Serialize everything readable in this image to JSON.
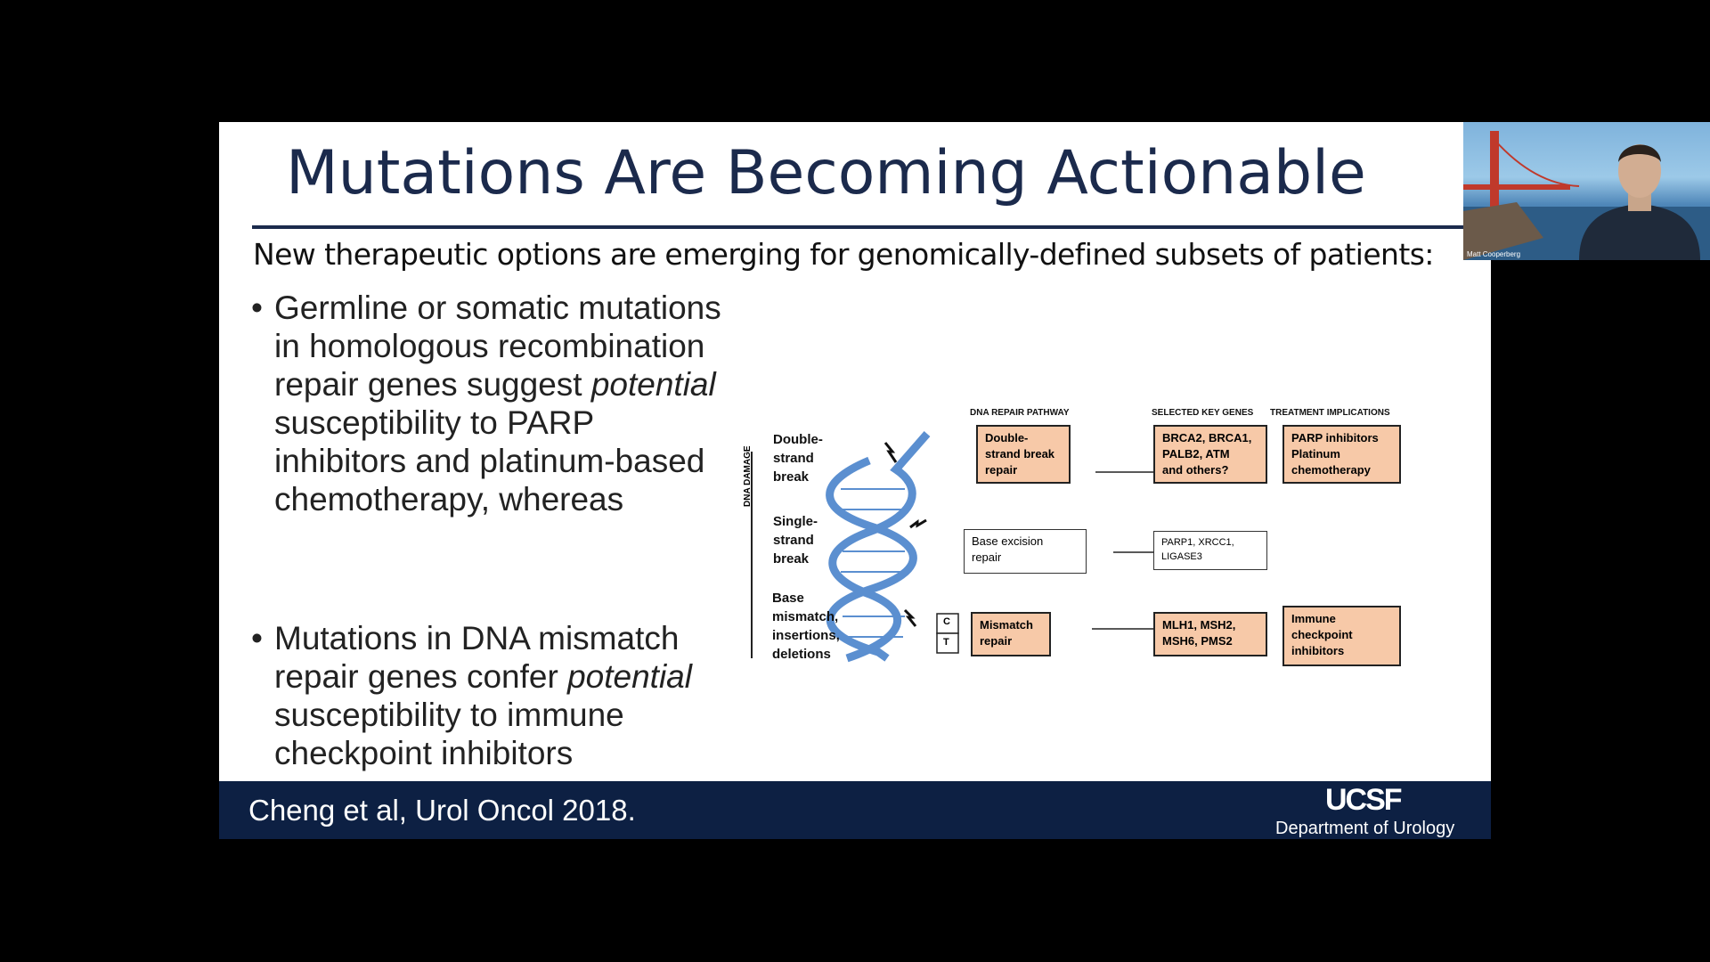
{
  "slide": {
    "title": "Mutations Are Becoming Actionable",
    "subtitle": "New therapeutic options are emerging for genomically-defined subsets of patients:",
    "bullets": [
      {
        "prefix": "Germline or somatic mutations in homologous recombination repair genes suggest ",
        "emph": "potential",
        "suffix": " susceptibility to PARP inhibitors and platinum-based chemotherapy, whereas"
      },
      {
        "prefix": "Mutations in DNA mismatch repair genes confer ",
        "emph": "potential",
        "suffix": " susceptibility to immune checkpoint inhibitors"
      }
    ],
    "bullet_symbol": "•",
    "citation": "Cheng et al, Urol Oncol 2018.",
    "logo": "UCSF",
    "department": "Department of Urology"
  },
  "diagram": {
    "axis_label": "DNA DAMAGE",
    "headers": {
      "pathway": "DNA REPAIR PATHWAY",
      "genes": "SELECTED KEY GENES",
      "treatment": "TREATMENT IMPLICATIONS"
    },
    "damage": {
      "double": "Double-\nstrand\nbreak",
      "single": "Single-\nstrand\nbreak",
      "base": "Base\nmismatch,\ninsertions,\ndeletions"
    },
    "pathways": {
      "double": "Double-\nstrand break\nrepair",
      "single": "Base excision\nrepair",
      "base": "Mismatch\nrepair"
    },
    "genes": {
      "double": "BRCA2, BRCA1,\nPALB2, ATM\nand others?",
      "single": "PARP1, XRCC1,\nLIGASE3",
      "base": "MLH1, MSH2,\nMSH6, PMS2"
    },
    "treatments": {
      "double": "PARP inhibitors\nPlatinum\nchemotherapy",
      "base": "Immune\ncheckpoint\ninhibitors"
    },
    "bases": {
      "top": "C",
      "bottom": "T"
    },
    "colors": {
      "helix": "#5b8fd0",
      "orange_box": "#f7c9a8"
    }
  },
  "webcam": {
    "participant": "Matt Cooperberg"
  }
}
